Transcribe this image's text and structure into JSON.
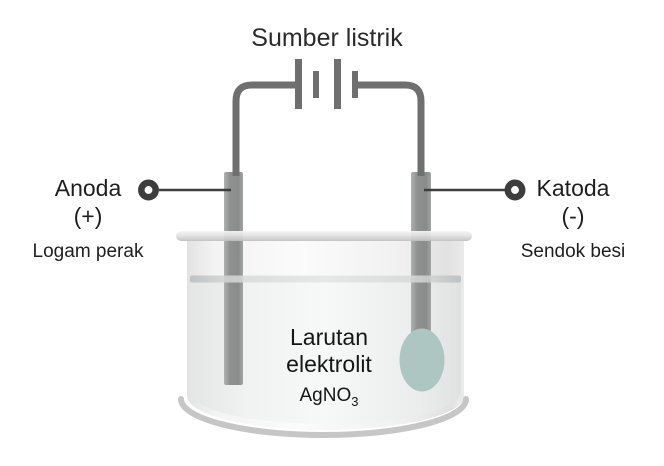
{
  "title": "Sumber listrik",
  "anode": {
    "name": "Anoda",
    "sign": "(+)",
    "material": "Logam perak"
  },
  "cathode": {
    "name": "Katoda",
    "sign": "(-)",
    "material": "Sendok besi"
  },
  "electrolyte": {
    "label_line1": "Larutan",
    "label_line2": "elektrolit",
    "formula_base": "AgNO",
    "formula_subscript": "3"
  },
  "colors": {
    "wire": "#6f6f6f",
    "terminal": "#3d3d3d",
    "electrode": "#8f9090",
    "spoon_bowl": "#aec6c1",
    "beaker_edge": "#c6c6c6",
    "text": "#1f1f1f"
  }
}
